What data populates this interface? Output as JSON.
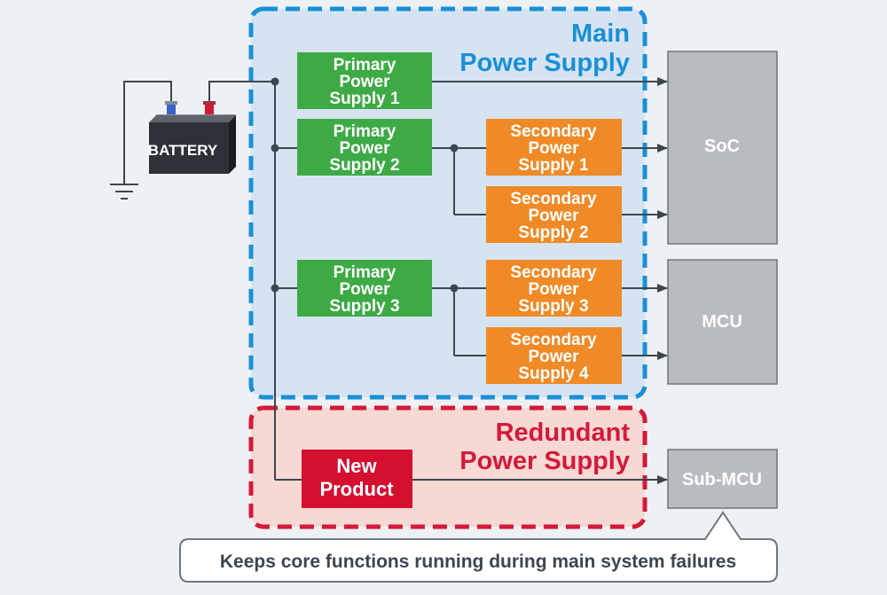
{
  "groups": {
    "main_title_line1": "Main",
    "main_title_line2": "Power Supply",
    "redundant_title_line1": "Redundant",
    "redundant_title_line2": "Power Supply"
  },
  "battery": {
    "label": "BATTERY"
  },
  "primary": [
    {
      "line1": "Primary",
      "line2": "Power",
      "line3": "Supply 1"
    },
    {
      "line1": "Primary",
      "line2": "Power",
      "line3": "Supply 2"
    },
    {
      "line1": "Primary",
      "line2": "Power",
      "line3": "Supply 3"
    }
  ],
  "secondary": [
    {
      "line1": "Secondary",
      "line2": "Power",
      "line3": "Supply 1"
    },
    {
      "line1": "Secondary",
      "line2": "Power",
      "line3": "Supply 2"
    },
    {
      "line1": "Secondary",
      "line2": "Power",
      "line3": "Supply 3"
    },
    {
      "line1": "Secondary",
      "line2": "Power",
      "line3": "Supply 4"
    }
  ],
  "new_product": {
    "line1": "New",
    "line2": "Product"
  },
  "targets": {
    "soc": "SoC",
    "mcu": "MCU",
    "sub_mcu": "Sub-MCU"
  },
  "callout": "Keeps core functions running during main system failures",
  "colors": {
    "main_border": "#1a8fd6",
    "main_fill": "#d6e4f2",
    "redundant_border": "#d4193a",
    "redundant_fill": "#f6d9d3",
    "primary_fill": "#3daa45",
    "secondary_fill": "#ef8a26",
    "new_product_fill": "#d5102f",
    "target_fill": "#b9bcbf",
    "title_main": "#1a8fd6",
    "title_redundant": "#d4193a"
  }
}
